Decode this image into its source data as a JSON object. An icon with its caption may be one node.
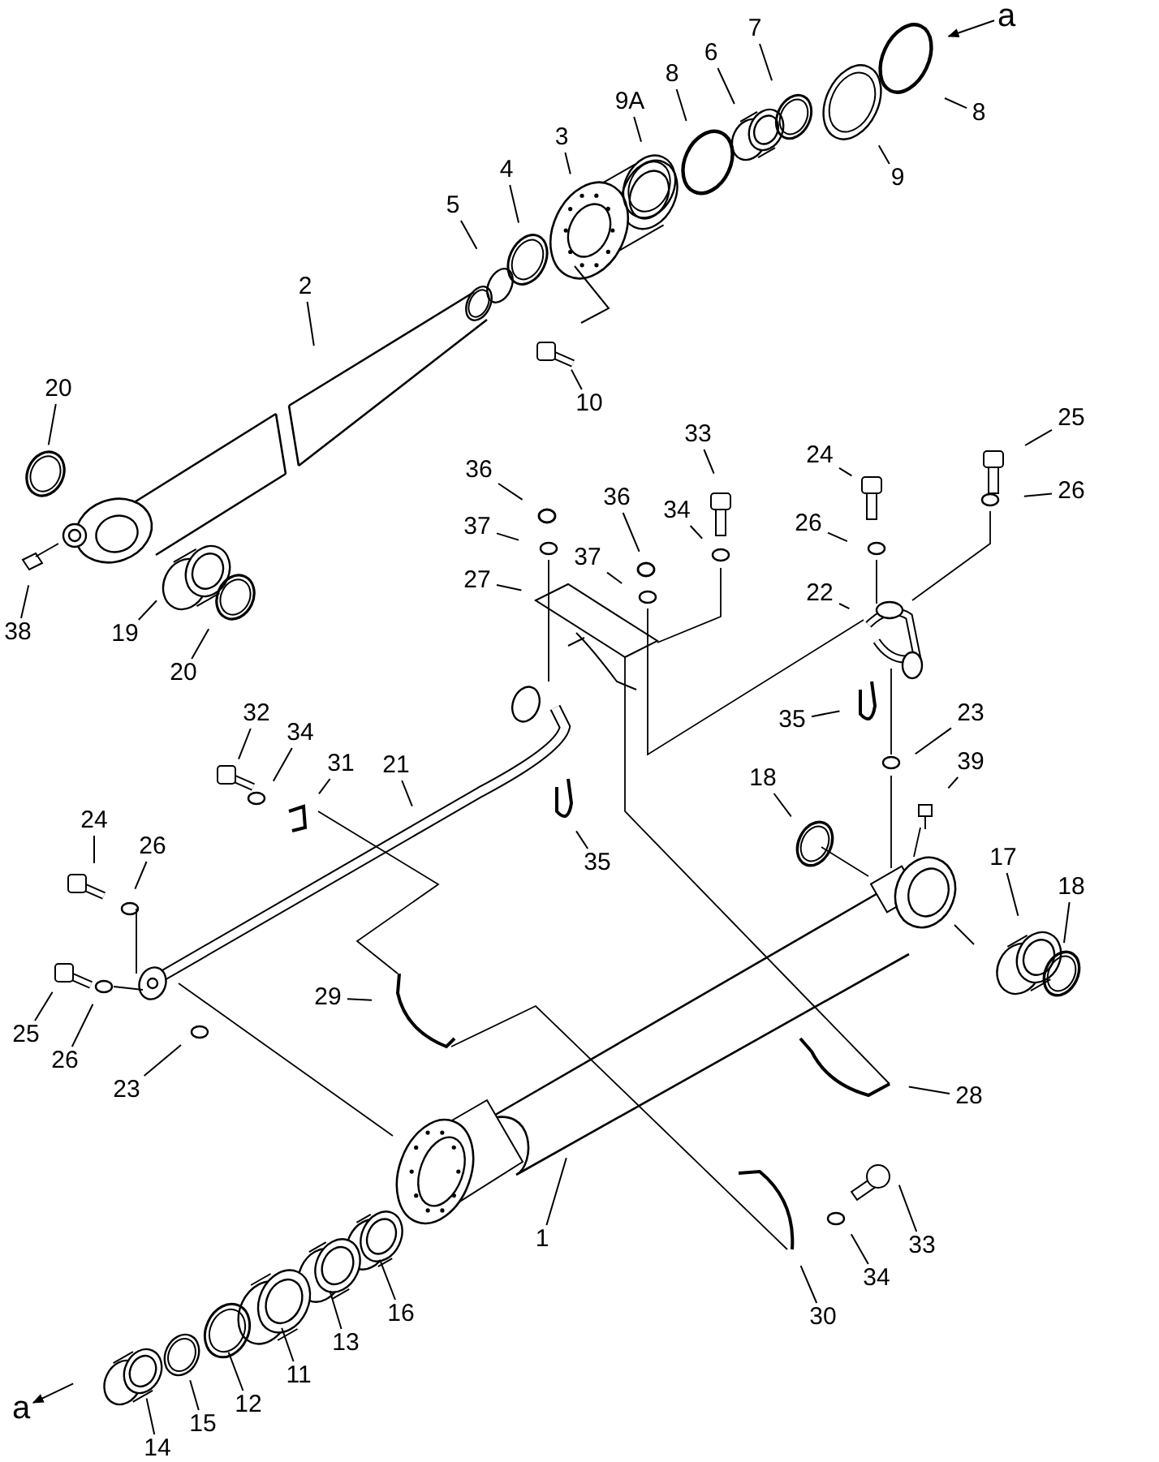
{
  "diagram": {
    "nodes": [
      {
        "text": [
          "a"
        ]
      },
      {
        "text": [
          "8"
        ]
      },
      {
        "text": [
          "7"
        ]
      },
      {
        "text": [
          "6"
        ]
      },
      {
        "text": [
          "8"
        ]
      },
      {
        "text": [
          "9A"
        ]
      },
      {
        "text": [
          "3"
        ]
      },
      {
        "text": [
          "9"
        ]
      },
      {
        "text": [
          "4"
        ]
      },
      {
        "text": [
          "5"
        ]
      },
      {
        "text": [
          "2"
        ]
      },
      {
        "text": [
          "10"
        ]
      },
      {
        "text": [
          "20"
        ]
      },
      {
        "text": [
          "36"
        ]
      },
      {
        "text": [
          "36"
        ]
      },
      {
        "text": [
          "33"
        ]
      },
      {
        "text": [
          "24"
        ]
      },
      {
        "text": [
          "25"
        ]
      },
      {
        "text": [
          "37"
        ]
      },
      {
        "text": [
          "34"
        ]
      },
      {
        "text": [
          "26"
        ]
      },
      {
        "text": [
          "26"
        ]
      },
      {
        "text": [
          "27"
        ]
      },
      {
        "text": [
          "37"
        ]
      },
      {
        "text": [
          "22"
        ]
      },
      {
        "text": [
          "38"
        ]
      },
      {
        "text": [
          "19"
        ]
      },
      {
        "text": [
          "20"
        ]
      },
      {
        "text": [
          "35"
        ]
      },
      {
        "text": [
          "23"
        ]
      },
      {
        "text": [
          "32"
        ]
      },
      {
        "text": [
          "34"
        ]
      },
      {
        "text": [
          "31"
        ]
      },
      {
        "text": [
          "21"
        ]
      },
      {
        "text": [
          "18"
        ]
      },
      {
        "text": [
          "39"
        ]
      },
      {
        "text": [
          "17"
        ]
      },
      {
        "text": [
          "18"
        ]
      },
      {
        "text": [
          "24"
        ]
      },
      {
        "text": [
          "26"
        ]
      },
      {
        "text": [
          "35"
        ]
      },
      {
        "text": [
          "25"
        ]
      },
      {
        "text": [
          "26"
        ]
      },
      {
        "text": [
          "23"
        ]
      },
      {
        "text": [
          "29"
        ]
      },
      {
        "text": [
          "28"
        ]
      },
      {
        "text": [
          "1"
        ]
      },
      {
        "text": [
          "30"
        ]
      },
      {
        "text": [
          "33"
        ]
      },
      {
        "text": [
          "34"
        ]
      },
      {
        "text": [
          "16"
        ]
      },
      {
        "text": [
          "13"
        ]
      },
      {
        "text": [
          "11"
        ]
      },
      {
        "text": [
          "12"
        ]
      },
      {
        "text": [
          "15"
        ]
      },
      {
        "text": [
          "14"
        ]
      },
      {
        "text": [
          "a"
        ]
      }
    ],
    "edges": [
      {
        "from": 0,
        "to": null,
        "arrow": "to"
      },
      {
        "from": 1,
        "to": null,
        "arrow": "none"
      },
      {
        "from": 2,
        "to": null,
        "arrow": "none"
      },
      {
        "from": 3,
        "to": null,
        "arrow": "none"
      },
      {
        "from": 4,
        "to": null,
        "arrow": "none"
      },
      {
        "from": 5,
        "to": null,
        "arrow": "none"
      },
      {
        "from": 6,
        "to": null,
        "arrow": "none"
      },
      {
        "from": 7,
        "to": null,
        "arrow": "none"
      },
      {
        "from": 8,
        "to": null,
        "arrow": "none"
      },
      {
        "from": 9,
        "to": null,
        "arrow": "none"
      },
      {
        "from": 10,
        "to": null,
        "arrow": "none"
      },
      {
        "from": 11,
        "to": null,
        "arrow": "none"
      },
      {
        "from": 12,
        "to": null,
        "arrow": "none"
      },
      {
        "from": 13,
        "to": null,
        "arrow": "none"
      },
      {
        "from": 14,
        "to": null,
        "arrow": "none"
      },
      {
        "from": 15,
        "to": null,
        "arrow": "none"
      },
      {
        "from": 16,
        "to": null,
        "arrow": "none"
      },
      {
        "from": 17,
        "to": null,
        "arrow": "none"
      },
      {
        "from": 18,
        "to": null,
        "arrow": "none"
      },
      {
        "from": 19,
        "to": null,
        "arrow": "none"
      },
      {
        "from": 20,
        "to": null,
        "arrow": "none"
      },
      {
        "from": 21,
        "to": null,
        "arrow": "none"
      },
      {
        "from": 22,
        "to": null,
        "arrow": "none"
      },
      {
        "from": 23,
        "to": null,
        "arrow": "none"
      },
      {
        "from": 24,
        "to": null,
        "arrow": "none"
      },
      {
        "from": 25,
        "to": null,
        "arrow": "none"
      },
      {
        "from": 26,
        "to": null,
        "arrow": "none"
      },
      {
        "from": 27,
        "to": null,
        "arrow": "none"
      },
      {
        "from": 28,
        "to": null,
        "arrow": "none"
      },
      {
        "from": 29,
        "to": null,
        "arrow": "none"
      },
      {
        "from": 30,
        "to": null,
        "arrow": "none"
      },
      {
        "from": 31,
        "to": null,
        "arrow": "none"
      },
      {
        "from": 32,
        "to": null,
        "arrow": "none"
      },
      {
        "from": 33,
        "to": null,
        "arrow": "none"
      },
      {
        "from": 34,
        "to": null,
        "arrow": "none"
      },
      {
        "from": 35,
        "to": null,
        "arrow": "none"
      },
      {
        "from": 36,
        "to": null,
        "arrow": "none"
      },
      {
        "from": 37,
        "to": null,
        "arrow": "none"
      },
      {
        "from": 38,
        "to": null,
        "arrow": "none"
      },
      {
        "from": 39,
        "to": null,
        "arrow": "none"
      },
      {
        "from": 40,
        "to": null,
        "arrow": "none"
      },
      {
        "from": 41,
        "to": null,
        "arrow": "none"
      },
      {
        "from": 42,
        "to": null,
        "arrow": "none"
      },
      {
        "from": 43,
        "to": null,
        "arrow": "none"
      },
      {
        "from": 44,
        "to": null,
        "arrow": "none"
      },
      {
        "from": 45,
        "to": null,
        "arrow": "none"
      },
      {
        "from": 46,
        "to": null,
        "arrow": "none"
      },
      {
        "from": 47,
        "to": null,
        "arrow": "none"
      },
      {
        "from": 48,
        "to": null,
        "arrow": "none"
      },
      {
        "from": 49,
        "to": null,
        "arrow": "none"
      },
      {
        "from": 50,
        "to": null,
        "arrow": "none"
      },
      {
        "from": 51,
        "to": null,
        "arrow": "none"
      },
      {
        "from": 52,
        "to": null,
        "arrow": "none"
      },
      {
        "from": 53,
        "to": null,
        "arrow": "none"
      },
      {
        "from": 54,
        "to": null,
        "arrow": "none"
      },
      {
        "from": 55,
        "to": null,
        "arrow": "none"
      },
      {
        "from": null,
        "to": 56,
        "arrow": "to"
      }
    ]
  }
}
